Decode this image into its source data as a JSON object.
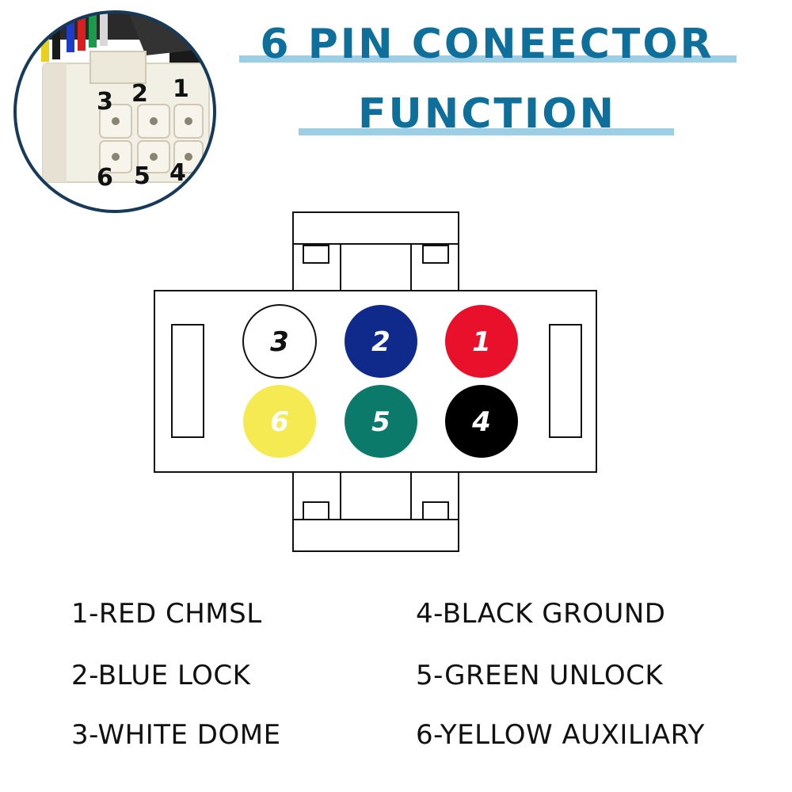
{
  "title": {
    "line1": "6 PIN CONEECTOR",
    "line2": "FUNCTION"
  },
  "inset": {
    "labels": [
      "3",
      "2",
      "1",
      "6",
      "5",
      "4"
    ]
  },
  "pins": [
    {
      "number": "3",
      "color": "#ffffff",
      "text_color": "#111111",
      "outlined": true
    },
    {
      "number": "2",
      "color": "#102a8c",
      "text_color": "#ffffff",
      "outlined": false
    },
    {
      "number": "1",
      "color": "#e8102b",
      "text_color": "#ffffff",
      "outlined": false
    },
    {
      "number": "6",
      "color": "#f5ea52",
      "text_color": "#ffffff",
      "outlined": false
    },
    {
      "number": "5",
      "color": "#0b7a6a",
      "text_color": "#ffffff",
      "outlined": false
    },
    {
      "number": "4",
      "color": "#000000",
      "text_color": "#ffffff",
      "outlined": false
    }
  ],
  "legend": [
    {
      "text": "1-RED CHMSL"
    },
    {
      "text": "2-BLUE LOCK"
    },
    {
      "text": "3-WHITE DOME"
    },
    {
      "text": "4-BLACK GROUND"
    },
    {
      "text": "5-GREEN UNLOCK"
    },
    {
      "text": "6-YELLOW AUXILIARY"
    }
  ],
  "colors": {
    "title": "#0f6f9b",
    "underline": "#9ccfe6",
    "inset_border": "#173a5a"
  }
}
